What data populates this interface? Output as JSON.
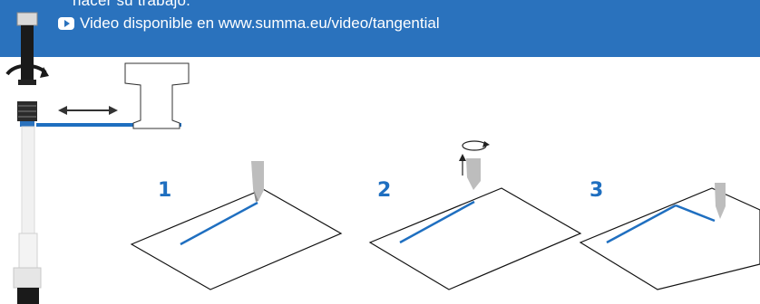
{
  "banner": {
    "line1": "hacer su trabajo.",
    "line2": "Video disponible en www.summa.eu/video/tangential",
    "icon": "play-icon",
    "bg_color": "#2a72bd"
  },
  "steps": [
    {
      "label": "1"
    },
    {
      "label": "2"
    },
    {
      "label": "3"
    }
  ],
  "colors": {
    "accent": "#1f6fc0",
    "outline": "#222222",
    "knife": "#bdbdbd"
  }
}
